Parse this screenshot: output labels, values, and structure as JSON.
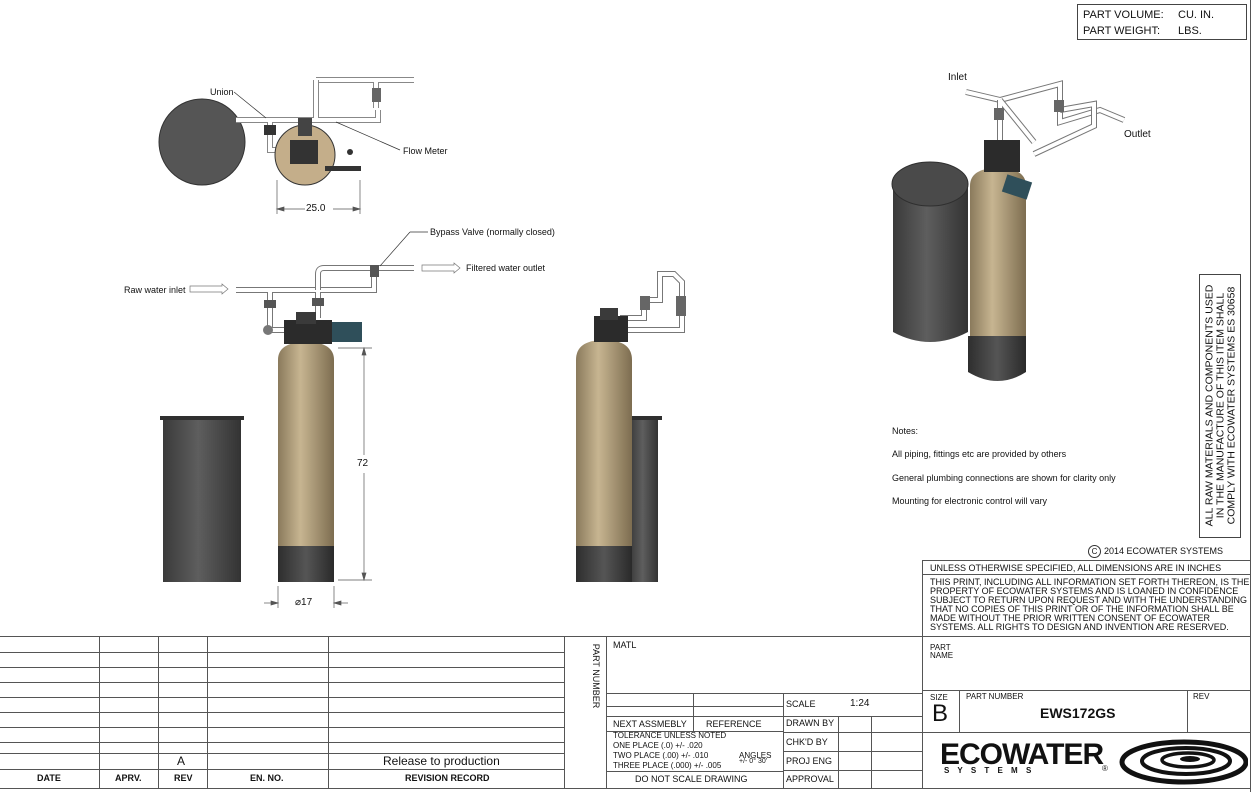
{
  "part_info": {
    "volume_label": "PART VOLUME:",
    "volume_unit": "CU. IN.",
    "weight_label": "PART WEIGHT:",
    "weight_unit": "LBS."
  },
  "top_view": {
    "union_label": "Union",
    "flow_meter_label": "Flow Meter",
    "dimension_width": "25.0"
  },
  "front_view": {
    "bypass_label": "Bypass Valve (normally closed)",
    "raw_inlet_label": "Raw water inlet",
    "outlet_label": "Filtered water outlet",
    "dimension_height": "72",
    "dimension_diameter": "⌀17"
  },
  "iso_view": {
    "inlet_label": "Inlet",
    "outlet_label": "Outlet"
  },
  "notes": {
    "heading": "Notes:",
    "items": [
      "All piping, fittings etc are provided by others",
      "General plumbing connections are shown for clarity only",
      "Mounting for electronic control will vary"
    ]
  },
  "compliance_text": [
    "ALL RAW MATERIALS AND COMPONENTS USED",
    "IN THE MANUFACTURE OF THIS ITEM SHALL",
    "COMPLY WITH ECOWATER SYSTEMS ES 30658"
  ],
  "copyright": "2014 ECOWATER SYSTEMS",
  "copyright_symbol": "C",
  "dimensions_note": "UNLESS OTHERWISE SPECIFIED, ALL DIMENSIONS ARE IN INCHES",
  "confidential_lines": [
    "THIS PRINT, INCLUDING ALL INFORMATION SET FORTH THEREON, IS THE",
    "PROPERTY OF ECOWATER SYSTEMS AND IS LOANED IN CONFIDENCE",
    "SUBJECT TO RETURN UPON REQUEST AND WITH THE UNDERSTANDING",
    "THAT NO COPIES OF THIS PRINT OR OF THE INFORMATION SHALL BE",
    "MADE WITHOUT THE PRIOR WRITTEN CONSENT OF ECOWATER",
    "SYSTEMS. ALL RIGHTS TO DESIGN AND INVENTION ARE RESERVED."
  ],
  "revision_table": {
    "headers": [
      "DATE",
      "APRV.",
      "REV",
      "EN. NO.",
      "REVISION RECORD"
    ],
    "entry": {
      "date": "",
      "aprv": "",
      "rev": "A",
      "en_no": "",
      "record": "Release to production"
    }
  },
  "title_block": {
    "part_number_vertical": "PART NUMBER",
    "matl_label": "MATL",
    "next_assembly": "NEXT ASSMEBLY",
    "reference": "REFERENCE",
    "tolerance_heading": "TOLERANCE UNLESS NOTED",
    "tol_one": "ONE PLACE     (.0)   +/-  .020",
    "tol_two": "TWO PLACE    (.00)  +/-  .010",
    "tol_three": "THREE PLACE  (.000) +/-  .005",
    "angles_label": "ANGLES",
    "angles_value": "+/- 0° 30'",
    "do_not_scale": "DO NOT SCALE DRAWING",
    "scale_label": "SCALE",
    "scale_value": "1:24",
    "drawn_by": "DRAWN BY",
    "chkd_by": "CHK'D BY",
    "proj_eng": "PROJ ENG",
    "approval": "APPROVAL",
    "part_name_label_1": "PART",
    "part_name_label_2": "NAME",
    "size_label": "SIZE",
    "size_value": "B",
    "part_number_label": "PART  NUMBER",
    "part_number_value": "EWS172GS",
    "rev_label": "REV"
  },
  "logo": {
    "brand": "ECOWATER",
    "sub": "S Y S T E M S",
    "registered": "®"
  }
}
